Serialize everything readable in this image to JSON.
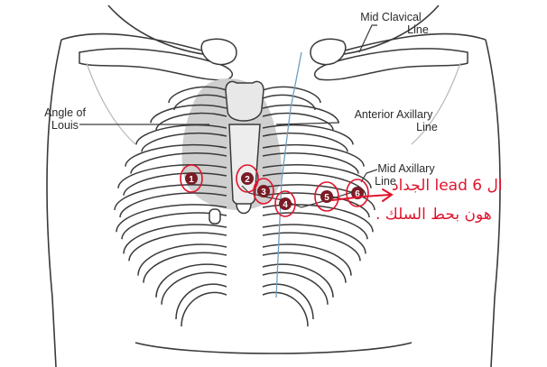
{
  "labels": {
    "mid_clavical": [
      "Mid Clavical",
      "Line"
    ],
    "angle_of_louis": [
      "Angle of",
      "Louis"
    ],
    "anterior_axillary": [
      "Anterior Axillary",
      "Line"
    ],
    "mid_axillary": [
      "Mid Axillary",
      "Line"
    ]
  },
  "electrodes": [
    "1",
    "2",
    "3",
    "4",
    "5",
    "6"
  ],
  "annotation": {
    "line1": "ال lead 6 الجداد",
    "line2": "هون بحط السلك ."
  },
  "colors": {
    "outline": "#3a3a3a",
    "heart": "#cfcfcf",
    "electrode": "#7a1b25",
    "annotation": "#e0142c",
    "midclavicular_line": "#6f9fbf"
  }
}
